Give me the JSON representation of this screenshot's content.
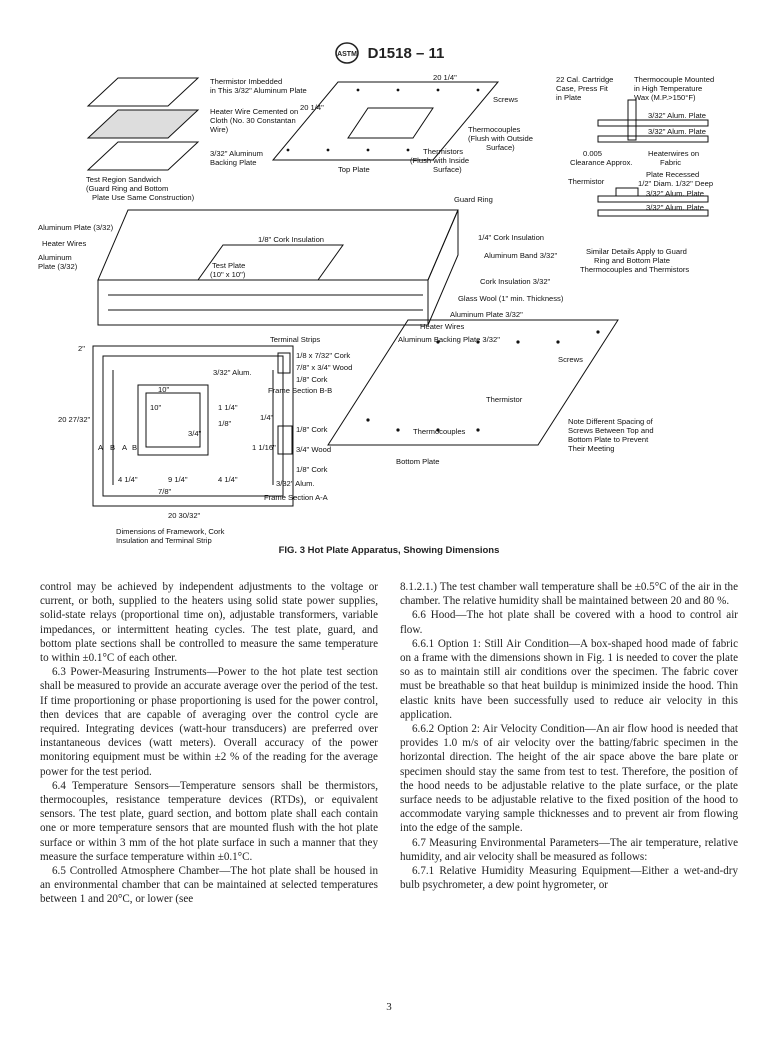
{
  "header": {
    "doc_id": "D1518 – 11"
  },
  "figure": {
    "caption": "FIG. 3 Hot Plate Apparatus, Showing Dimensions",
    "labels": {
      "thermistor_embedded_1": "Thermistor Imbedded",
      "thermistor_embedded_2": "in This 3/32\" Aluminum Plate",
      "heater_wire_1": "Heater Wire Cemented on",
      "heater_wire_2": "Cloth (No. 30 Constantan",
      "heater_wire_3": "Wire)",
      "backing_plate_1": "3/32\" Aluminum",
      "backing_plate_2": "Backing Plate",
      "test_region_1": "Test Region Sandwich",
      "test_region_2": "(Guard Ring and Bottom",
      "test_region_3": "Plate Use Same Construction)",
      "dim_20_quarter_top": "20 1/4\"",
      "dim_20_quarter_side": "20 1/4\"",
      "screws_top": "Screws",
      "thermocouples_top_1": "Thermocouples",
      "thermocouples_top_2": "(Flush with Outside",
      "thermocouples_top_3": "Surface)",
      "thermistors_top_1": "Thermistors",
      "thermistors_top_2": "(Flush with Inside",
      "thermistors_top_3": "Surface)",
      "top_plate": "Top Plate",
      "cartridge_1": "22 Cal. Cartridge",
      "cartridge_2": "Case, Press Fit",
      "cartridge_3": "in Plate",
      "tc_mounted_1": "Thermocouple Mounted",
      "tc_mounted_2": "in High Temperature",
      "tc_mounted_3": "Wax (M.P.>150°F)",
      "alum_plate_a": "3/32\" Alum. Plate",
      "alum_plate_b": "3/32\" Alum. Plate",
      "clearance_1": "0.005",
      "clearance_2": "Clearance Approx.",
      "heaterwires_fabric_1": "Heaterwires on",
      "heaterwires_fabric_2": "Fabric",
      "thermistor_detail": "Thermistor",
      "plate_recessed_1": "Plate Recessed",
      "plate_recessed_2": "1/2\" Diam. 1/32\" Deep",
      "alum_plate_c": "3/32\" Alum. Plate",
      "alum_plate_d": "3/32\" Alum. Plate",
      "similar_1": "Similar Details Apply to Guard",
      "similar_2": "Ring and Bottom Plate",
      "similar_3": "Thermocouples and Thermistors",
      "guard_ring": "Guard Ring",
      "aluminum_plate_left": "Aluminum Plate (3/32)",
      "heater_wires_left": "Heater Wires",
      "aluminum_plate_left2_1": "Aluminum",
      "aluminum_plate_left2_2": "Plate (3/32)",
      "cork_insulation_eighth": "1/8\" Cork Insulation",
      "cork_insulation_quarter": "1/4\" Cork Insulation",
      "aluminum_band": "Aluminum Band 3/32\"",
      "test_plate_1": "Test Plate",
      "test_plate_2": "(10\" x 10\")",
      "cork_insulation_3_32": "Cork Insulation 3/32\"",
      "glass_wool": "Glass Wool (1\" min. Thickness)",
      "aluminum_plate_right": "Aluminum Plate 3/32\"",
      "heater_wires_right": "Heater Wires",
      "aluminum_backing_plate": "Aluminum Backing Plate 3/32\"",
      "terminal_strips": "Terminal Strips",
      "dim_2in": "2\"",
      "cork_1": "1/8 x 7/32\" Cork",
      "wood_1": "7/8\" x 3/4\" Wood",
      "cork_2": "1/8\" Cork",
      "alum_small": "3/32\" Alum.",
      "frame_bb": "Frame Section B-B",
      "dim_10_a": "10\"",
      "dim_10_b": "10\"",
      "dim_side": "20 27/32\"",
      "a_left": "A",
      "a_right": "A",
      "b_left": "B",
      "b_right": "B",
      "dim_1_quarter": "1 1/4\"",
      "dim_1_eighth": "1/8\"",
      "dim_3_4": "3/4\"",
      "dim_4_quarter_l": "4 1/4\"",
      "dim_9_quarter": "9 1/4\"",
      "dim_4_quarter_r": "4 1/4\"",
      "dim_7_8": "7/8\"",
      "dim_bottom": "20 30/32\"",
      "dim_quarter": "1/4\"",
      "cork_aa_1": "1/8\" Cork",
      "wood_aa": "3/4\" Wood",
      "cork_aa_2": "1/8\" Cork",
      "dim_1_1_16": "1 1/16\"",
      "alum_aa": "3/32\" Alum.",
      "frame_aa": "Frame Section A-A",
      "framework_1": "Dimensions of Framework, Cork",
      "framework_2": "Insulation and Terminal Strip",
      "screws_bottom": "Screws",
      "thermistor_bottom": "Thermistor",
      "thermocouples_bottom": "Thermocouples",
      "bottom_plate": "Bottom Plate",
      "note_1": "Note Different Spacing of",
      "note_2": "Screws Between Top and",
      "note_3": "Bottom Plate to Prevent",
      "note_4": "Their Meeting"
    }
  },
  "left_column": [
    "control may be achieved by independent adjustments to the voltage or current, or both, supplied to the heaters using solid state power supplies, solid-state relays (proportional time on), adjustable transformers, variable impedances, or intermittent heating cycles. The test plate, guard, and bottom plate sections shall be controlled to measure the same temperature to within ±0.1°C of each other.",
    "6.3 Power-Measuring Instruments—Power to the hot plate test section shall be measured to provide an accurate average over the period of the test. If time proportioning or phase proportioning is used for the power control, then devices that are capable of averaging over the control cycle are required. Integrating devices (watt-hour transducers) are preferred over instantaneous devices (watt meters). Overall accuracy of the power monitoring equipment must be within ±2 % of the reading for the average power for the test period.",
    "6.4 Temperature Sensors—Temperature sensors shall be thermistors, thermocouples, resistance temperature devices (RTDs), or equivalent sensors. The test plate, guard section, and bottom plate shall each contain one or more temperature sensors that are mounted flush with the hot plate surface or within 3 mm of the hot plate surface in such a manner that they measure the surface temperature within ±0.1°C.",
    "6.5 Controlled Atmosphere Chamber—The hot plate shall be housed in an environmental chamber that can be maintained at selected temperatures between 1 and 20°C, or lower (see"
  ],
  "right_column": [
    "8.1.2.1.) The test chamber wall temperature shall be ±0.5°C of the air in the chamber. The relative humidity shall be maintained between 20 and 80 %.",
    "6.6 Hood—The hot plate shall be covered with a hood to control air flow.",
    "6.6.1 Option 1: Still Air Condition—A box-shaped hood made of fabric on a frame with the dimensions shown in Fig. 1 is needed to cover the plate so as to maintain still air conditions over the specimen. The fabric cover must be breathable so that heat buildup is minimized inside the hood. Thin elastic knits have been successfully used to reduce air velocity in this application.",
    "6.6.2 Option 2: Air Velocity Condition—An air flow hood is needed that provides 1.0 m/s of air velocity over the batting/fabric specimen in the horizontal direction. The height of the air space above the bare plate or specimen should stay the same from test to test. Therefore, the position of the hood needs to be adjustable relative to the plate surface, or the plate surface needs to be adjustable relative to the fixed position of the hood to accommodate varying sample thicknesses and to prevent air from flowing into the edge of the sample.",
    "6.7 Measuring Environmental Parameters—The air temperature, relative humidity, and air velocity shall be measured as follows:",
    "6.7.1 Relative Humidity Measuring Equipment—Either a wet-and-dry bulb psychrometer, a dew point hygrometer, or"
  ],
  "page_number": "3"
}
